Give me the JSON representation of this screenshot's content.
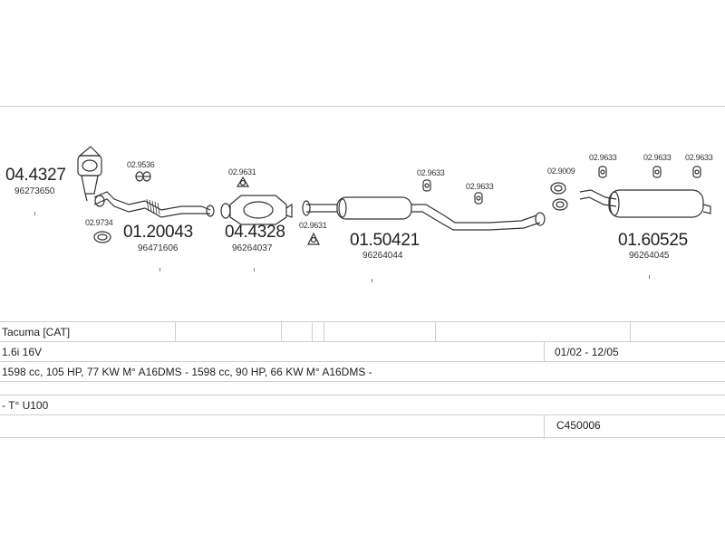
{
  "parts": [
    {
      "code": "04.4327",
      "number": "96273650"
    },
    {
      "code": "01.20043",
      "number": "96471606"
    },
    {
      "code": "04.4328",
      "number": "96264037"
    },
    {
      "code": "01.50421",
      "number": "96264044"
    },
    {
      "code": "01.60525",
      "number": "96264045"
    }
  ],
  "accessories": [
    "02.9536",
    "02.9734",
    "02.9631",
    "02.9631",
    "02.9633",
    "02.9633",
    "02.9009",
    "02.9633",
    "02.9633",
    "02.9633"
  ],
  "table": {
    "model": "Tacuma  [CAT]",
    "engine": "1.6i 16V",
    "period": "01/02 - 12/05",
    "specs": "1598 cc, 105 HP, 77 KW M° A16DMS - 1598 cc, 90 HP, 66 KW M° A16DMS -",
    "type": "- T° U100",
    "code": "C450006"
  },
  "colors": {
    "line": "#333333",
    "grid": "#cfcfcf",
    "text": "#222222"
  }
}
